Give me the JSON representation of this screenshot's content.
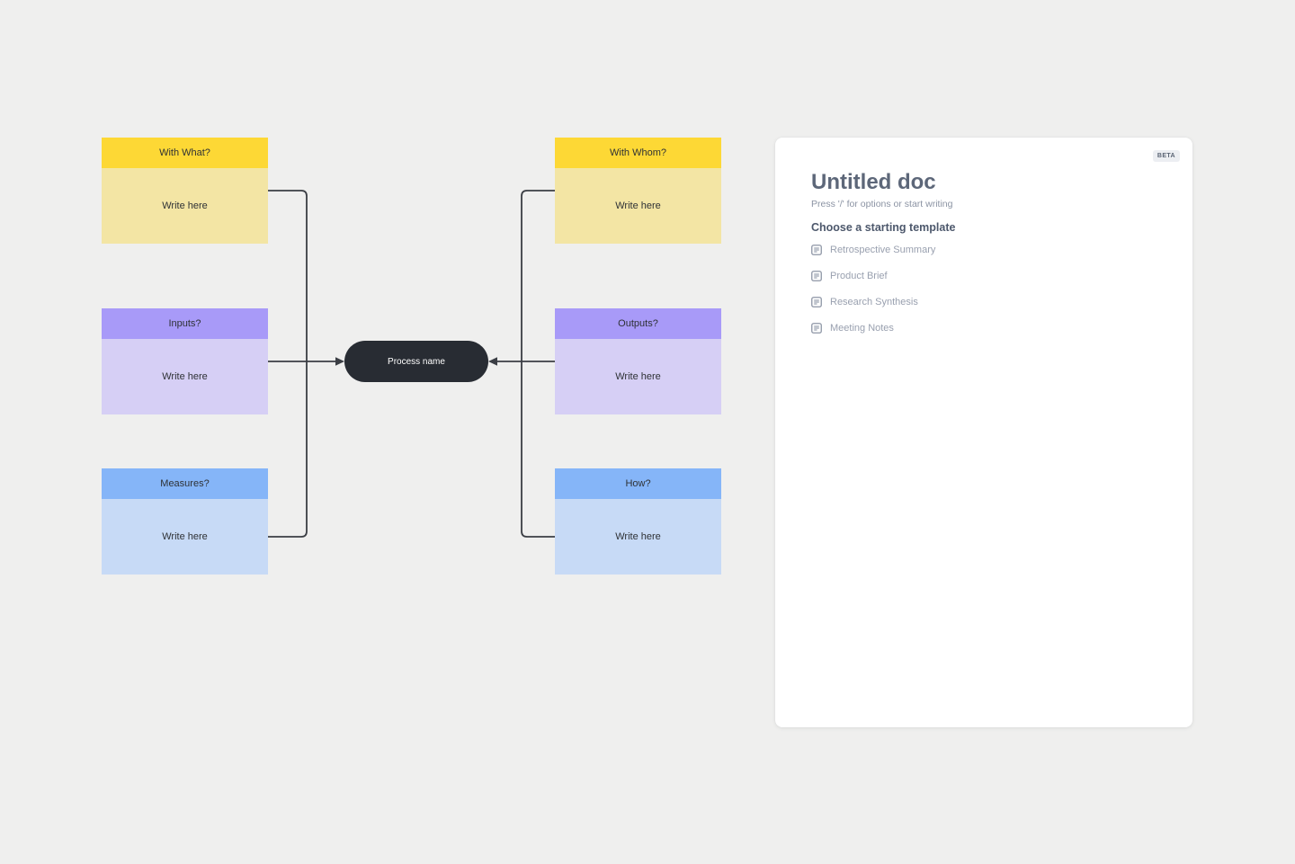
{
  "canvas": {
    "boxes": [
      {
        "title": "With What?",
        "body": "Write here",
        "color": "yellow"
      },
      {
        "title": "Inputs?",
        "body": "Write here",
        "color": "purple"
      },
      {
        "title": "Measures?",
        "body": "Write here",
        "color": "blue"
      },
      {
        "title": "With Whom?",
        "body": "Write here",
        "color": "yellow"
      },
      {
        "title": "Outputs?",
        "body": "Write here",
        "color": "purple"
      },
      {
        "title": "How?",
        "body": "Write here",
        "color": "blue"
      }
    ],
    "process": {
      "label": "Process name"
    }
  },
  "doc_panel": {
    "beta_badge": "BETA",
    "title": "Untitled doc",
    "hint": "Press '/' for options or start writing",
    "templates_heading": "Choose a starting template",
    "templates": [
      {
        "label": "Retrospective Summary"
      },
      {
        "label": "Product Brief"
      },
      {
        "label": "Research Synthesis"
      },
      {
        "label": "Meeting Notes"
      }
    ]
  },
  "colors": {
    "background": "#efefee",
    "panel_bg": "#ffffff",
    "connector": "#3b3e44",
    "process_pill_bg": "#282c33",
    "process_pill_text": "#ffffff",
    "yellow_header": "#fdd835",
    "yellow_body": "#f3e5a4",
    "purple_header": "#a89af8",
    "purple_body": "#d6cff5",
    "blue_header": "#85b5f8",
    "blue_body": "#c7daf6",
    "doc_title_text": "#5d6779",
    "muted_text": "#8b93a3",
    "template_text": "#99a0af",
    "heading_text": "#4d586c"
  }
}
